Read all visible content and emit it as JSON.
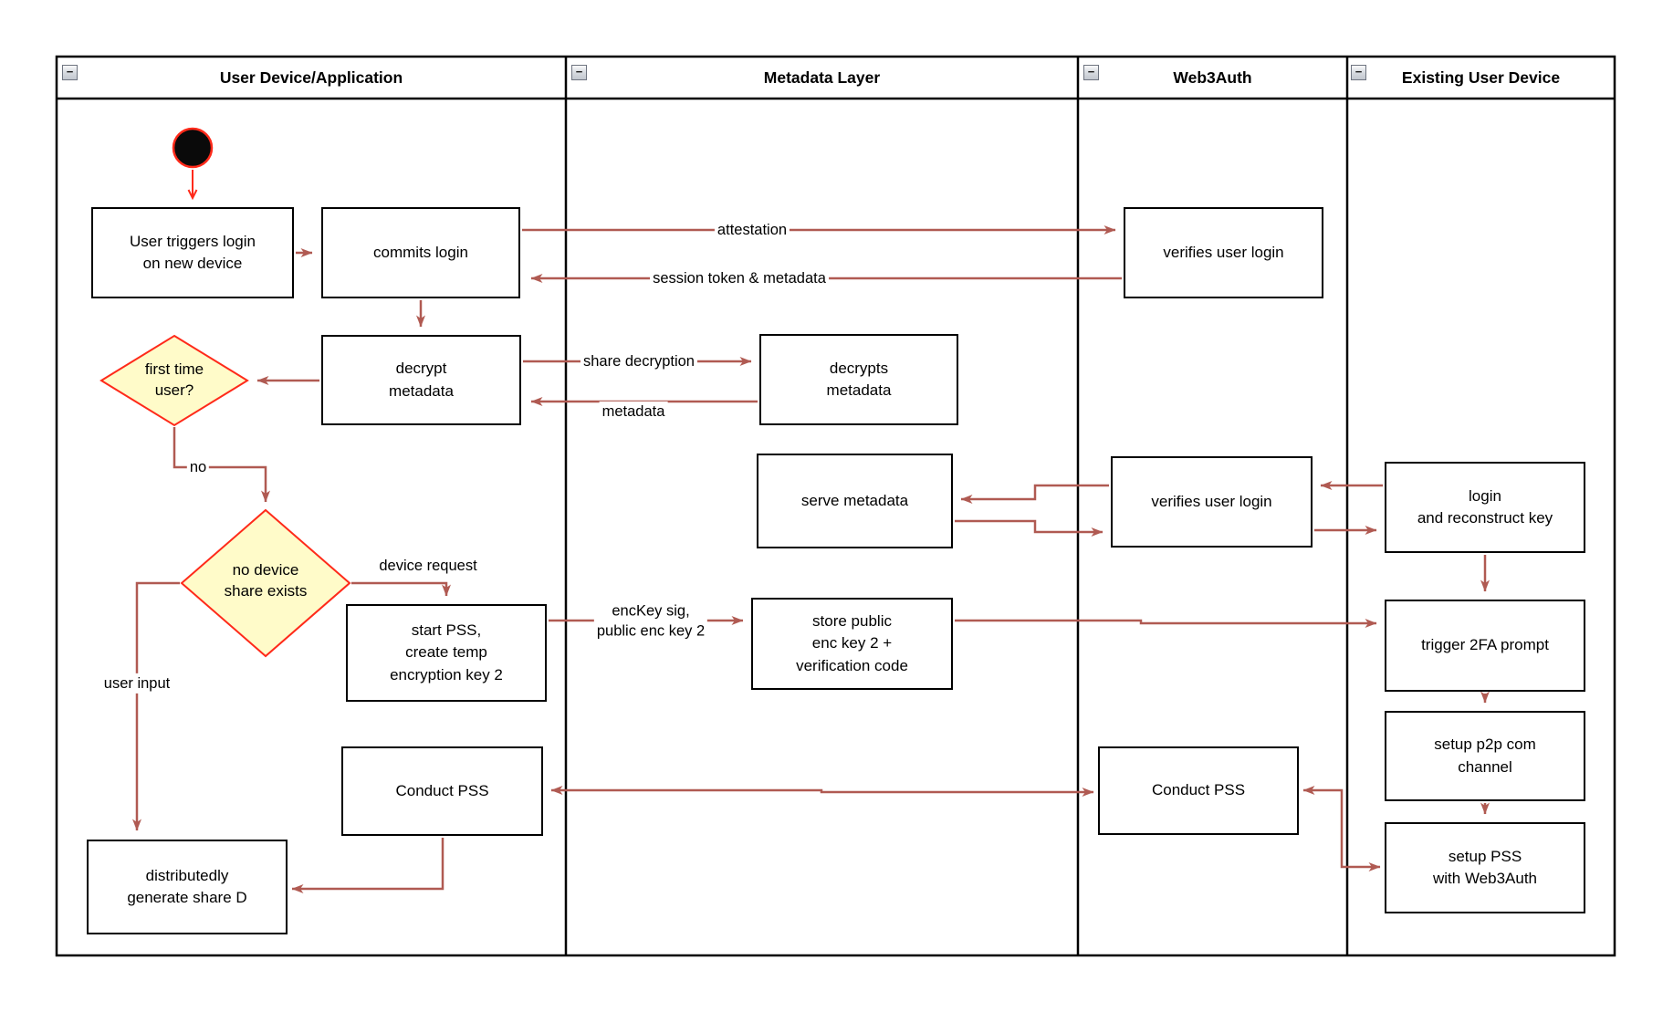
{
  "header": {
    "collapse_icon": "−",
    "lanes": [
      {
        "title": "User Device/Application"
      },
      {
        "title": "Metadata Layer"
      },
      {
        "title": "Web3Auth"
      },
      {
        "title": "Existing User Device"
      }
    ]
  },
  "nodes": {
    "user_triggers": {
      "label": "User triggers login\non new device"
    },
    "commits_login": {
      "label": "commits login"
    },
    "decrypt_metadata": {
      "label": "decrypt\nmetadata"
    },
    "start_pss": {
      "label": "start PSS,\ncreate temp\nencryption key 2"
    },
    "conduct_pss_device": {
      "label": "Conduct PSS"
    },
    "distributedly": {
      "label": "distributedly\ngenerate share D"
    },
    "decrypts_metadata": {
      "label": "decrypts\nmetadata"
    },
    "serve_metadata": {
      "label": "serve metadata"
    },
    "store_public": {
      "label": "store public\nenc key 2 +\nverification code"
    },
    "verifies_login_1": {
      "label": "verifies user login"
    },
    "verifies_login_2": {
      "label": "verifies user login"
    },
    "conduct_pss_web3": {
      "label": "Conduct PSS"
    },
    "login_reconstruct": {
      "label": "login\nand reconstruct key"
    },
    "trigger_2fa": {
      "label": "trigger 2FA prompt"
    },
    "setup_p2p": {
      "label": "setup p2p com\nchannel"
    },
    "setup_pss": {
      "label": "setup PSS\nwith Web3Auth"
    }
  },
  "decisions": {
    "first_time_user": {
      "label": "first time\nuser?"
    },
    "no_device_share": {
      "label": "no device\nshare exists"
    }
  },
  "edge_labels": {
    "attestation": "attestation",
    "session_token": "session token & metadata",
    "share_decryption": "share decryption",
    "metadata": "metadata",
    "no": "no",
    "device_request": "device request",
    "user_input": "user input",
    "enckey": "encKey sig,\npublic enc key 2"
  },
  "colors": {
    "arrow": "#b05a52",
    "highlight_red": "#ff2a1a",
    "lane_border": "#000000",
    "decision_fill": "#fffbc9"
  }
}
